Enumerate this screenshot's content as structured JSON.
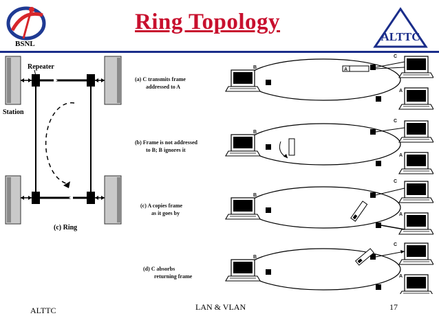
{
  "header": {
    "title": "Ring Topology",
    "bsnl_label": "BSNL",
    "alttc_logo_text": "ALTTC"
  },
  "footer": {
    "left": "ALTTC",
    "center": "LAN & VLAN",
    "page": "17"
  },
  "left_diagram": {
    "repeater_label": "Repeater",
    "station_label": "Station",
    "caption": "(c) Ring"
  },
  "right_diagram": {
    "panels": [
      {
        "line1": "(a) C transmits frame",
        "line2": "addressed to A"
      },
      {
        "line1": "(b) Frame is not addressed",
        "line2": "to B; B ignores it"
      },
      {
        "line1": "(c) A copies frame",
        "line2": "as it goes by"
      },
      {
        "line1": "(d) C absorbs",
        "line2": "returning frame"
      }
    ],
    "node_labels": {
      "a": "A",
      "b": "B",
      "c": "C"
    }
  },
  "colors": {
    "title": "#c8102e",
    "rule": "#1a2d8a",
    "bsnl_blue": "#1f3a93",
    "bsnl_red": "#d7262b"
  }
}
